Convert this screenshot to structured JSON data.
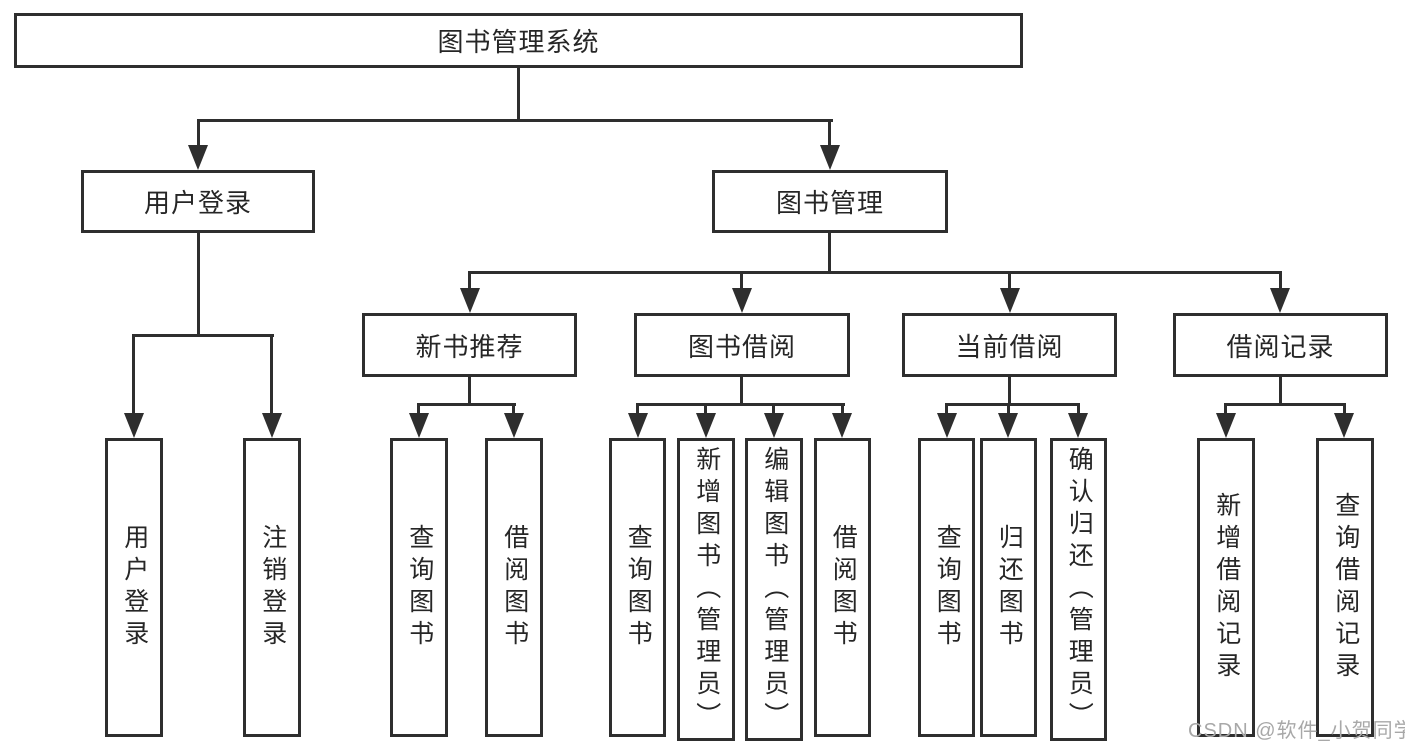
{
  "diagram_type": "tree",
  "colors": {
    "line": "#2e2e2e",
    "box_border": "#2e2e2e",
    "text": "#262626",
    "background": "#ffffff",
    "watermark": "#a8a8a8"
  },
  "nodes": {
    "root": "图书管理系统",
    "level2": [
      "用户登录",
      "图书管理"
    ],
    "level3": [
      "新书推荐",
      "图书借阅",
      "当前借阅",
      "借阅记录"
    ],
    "leaves": {
      "user_login": [
        "用户登录",
        "注销登录"
      ],
      "new_book": [
        "查询图书",
        "借阅图书"
      ],
      "book_borrow": [
        "查询图书",
        "新增图书（管理员）",
        "编辑图书（管理员）",
        "借阅图书"
      ],
      "current_borrow": [
        "查询图书",
        "归还图书",
        "确认归还（管理员）"
      ],
      "borrow_record": [
        "新增借阅记录",
        "查询借阅记录"
      ]
    }
  },
  "hierarchy": {
    "图书管理系统": {
      "用户登录": [
        "用户登录",
        "注销登录"
      ],
      "图书管理": {
        "新书推荐": [
          "查询图书",
          "借阅图书"
        ],
        "图书借阅": [
          "查询图书",
          "新增图书（管理员）",
          "编辑图书（管理员）",
          "借阅图书"
        ],
        "当前借阅": [
          "查询图书",
          "归还图书",
          "确认归还（管理员）"
        ],
        "借阅记录": [
          "新增借阅记录",
          "查询借阅记录"
        ]
      }
    }
  },
  "watermark": "CSDN @软件_小贺同学"
}
